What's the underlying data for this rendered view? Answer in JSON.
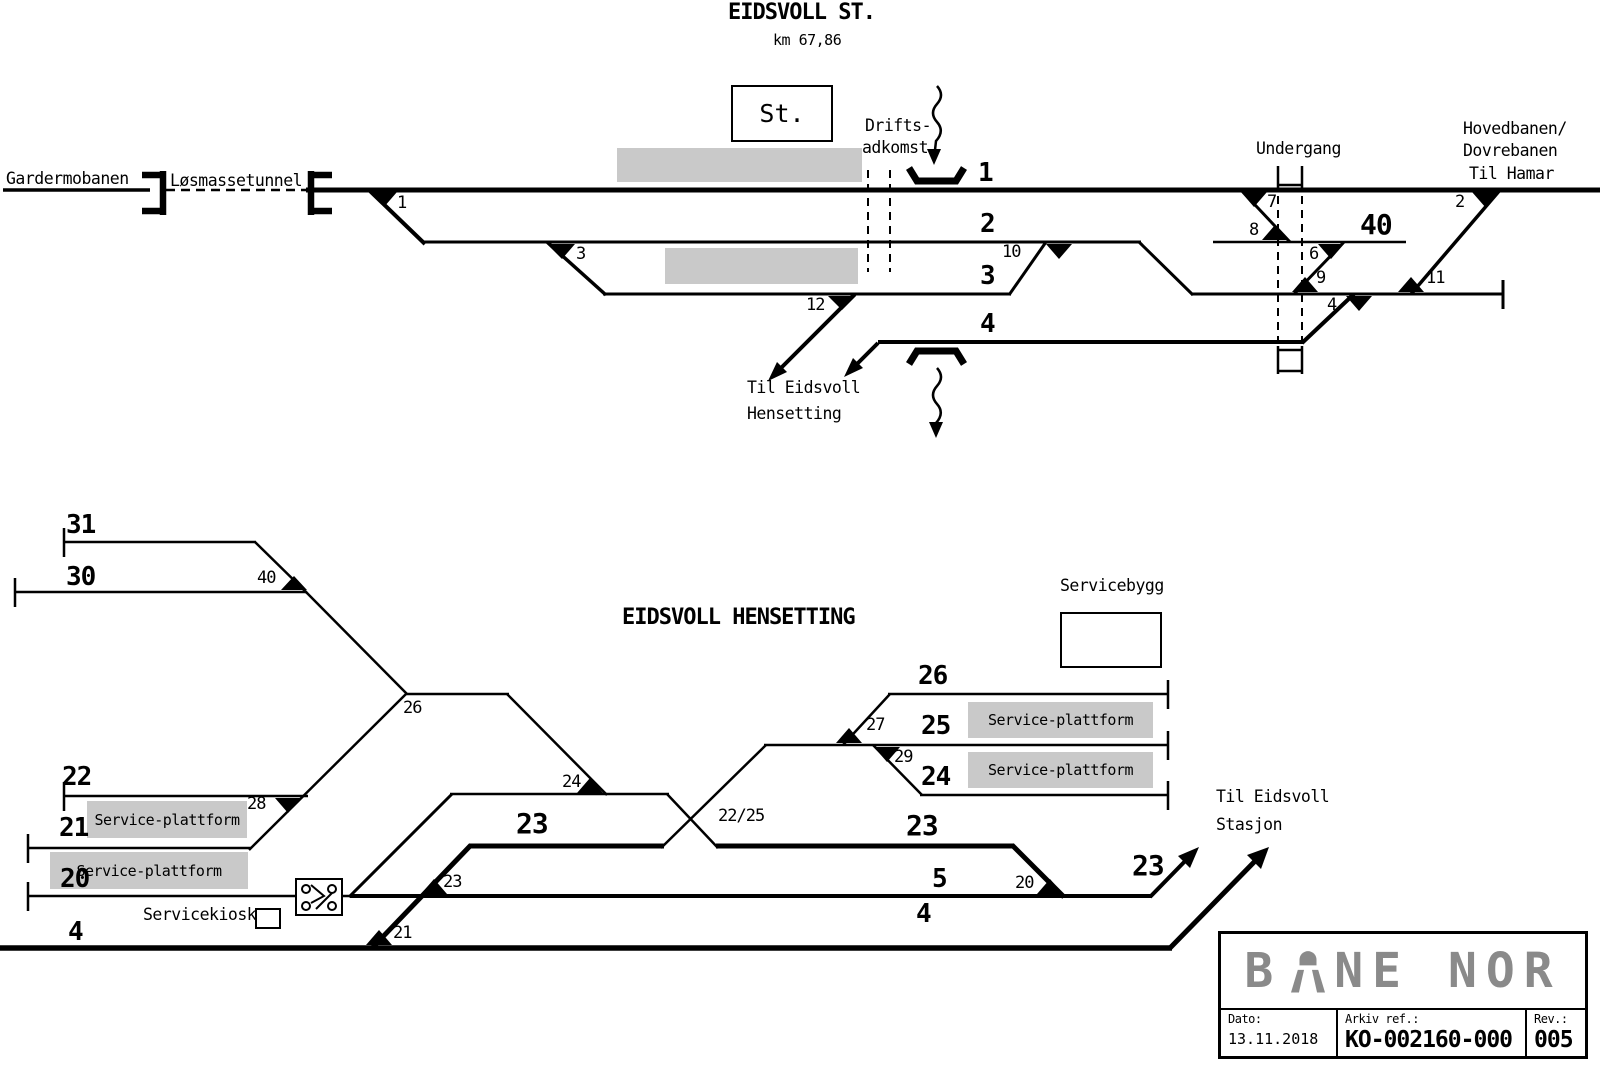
{
  "diagram_type": "railway-track-schematic",
  "colors": {
    "line": "#000000",
    "platform": "#c9c9c9",
    "logo_gray": "#8a8a8a",
    "background": "#ffffff"
  },
  "station": {
    "title": "EIDSVOLL ST.",
    "km": "km 67,86",
    "station_box": "St.",
    "labels": {
      "gardermobanen": "Gardermobanen",
      "losmassetunnel": "Løsmassetunnel",
      "drifts_line1": "Drifts-",
      "drifts_line2": "adkomst",
      "undergang": "Undergang",
      "hovedbanen": "Hovedbanen/",
      "dovrebanen": "Dovrebanen",
      "til_hamar": "Til Hamar",
      "til_eidsvoll": "Til Eidsvoll",
      "hensetting": "Hensetting"
    },
    "track_numbers": {
      "t1": "1",
      "t2": "2",
      "t3": "3",
      "t4": "4",
      "t40": "40"
    },
    "switch_numbers": {
      "s1": "1",
      "s2": "2",
      "s3": "3",
      "s4": "4",
      "s6": "6",
      "s7": "7",
      "s8": "8",
      "s9": "9",
      "s10": "10",
      "s11": "11",
      "s12": "12"
    }
  },
  "yard": {
    "title": "EIDSVOLL HENSETTING",
    "labels": {
      "servicebygg": "Servicebygg",
      "servicekiosk": "Servicekiosk",
      "service_plattform": "Service-plattform",
      "til_eidsvoll": "Til Eidsvoll",
      "stasjon": "Stasjon"
    },
    "track_numbers": {
      "t31": "31",
      "t30": "30",
      "t26": "26",
      "t25": "25",
      "t24": "24",
      "t23": "23",
      "t22": "22",
      "t21": "21",
      "t20": "20",
      "t5": "5",
      "t4": "4"
    },
    "switch_numbers": {
      "s40": "40",
      "s26": "26",
      "s28": "28",
      "s27": "27",
      "s29": "29",
      "s24": "24",
      "s23": "23",
      "s21": "21",
      "s20": "20",
      "crossing": "22/25"
    }
  },
  "titleblock": {
    "logo_b": "B",
    "logo_rest": "NE NOR",
    "dato_label": "Dato:",
    "dato_value": "13.11.2018",
    "arkiv_label": "Arkiv ref.:",
    "arkiv_value": "KO-002160-000",
    "rev_label": "Rev.:",
    "rev_value": "005"
  },
  "icons": {
    "tunnel_portal": "bracket-shape",
    "switch_triangle": "filled-black-triangle",
    "buffer_stop": "vertical-end-bar",
    "underpass": "double-dashed-vertical-lines",
    "access_marker": "flared-bracket",
    "wavy_arrow": "squiggly-down-arrow",
    "exit_arrow": "diagonal-arrow",
    "shunting_symbol": "box-with-four-circles",
    "bane_nor_mark": "dome-with-two-legs"
  }
}
